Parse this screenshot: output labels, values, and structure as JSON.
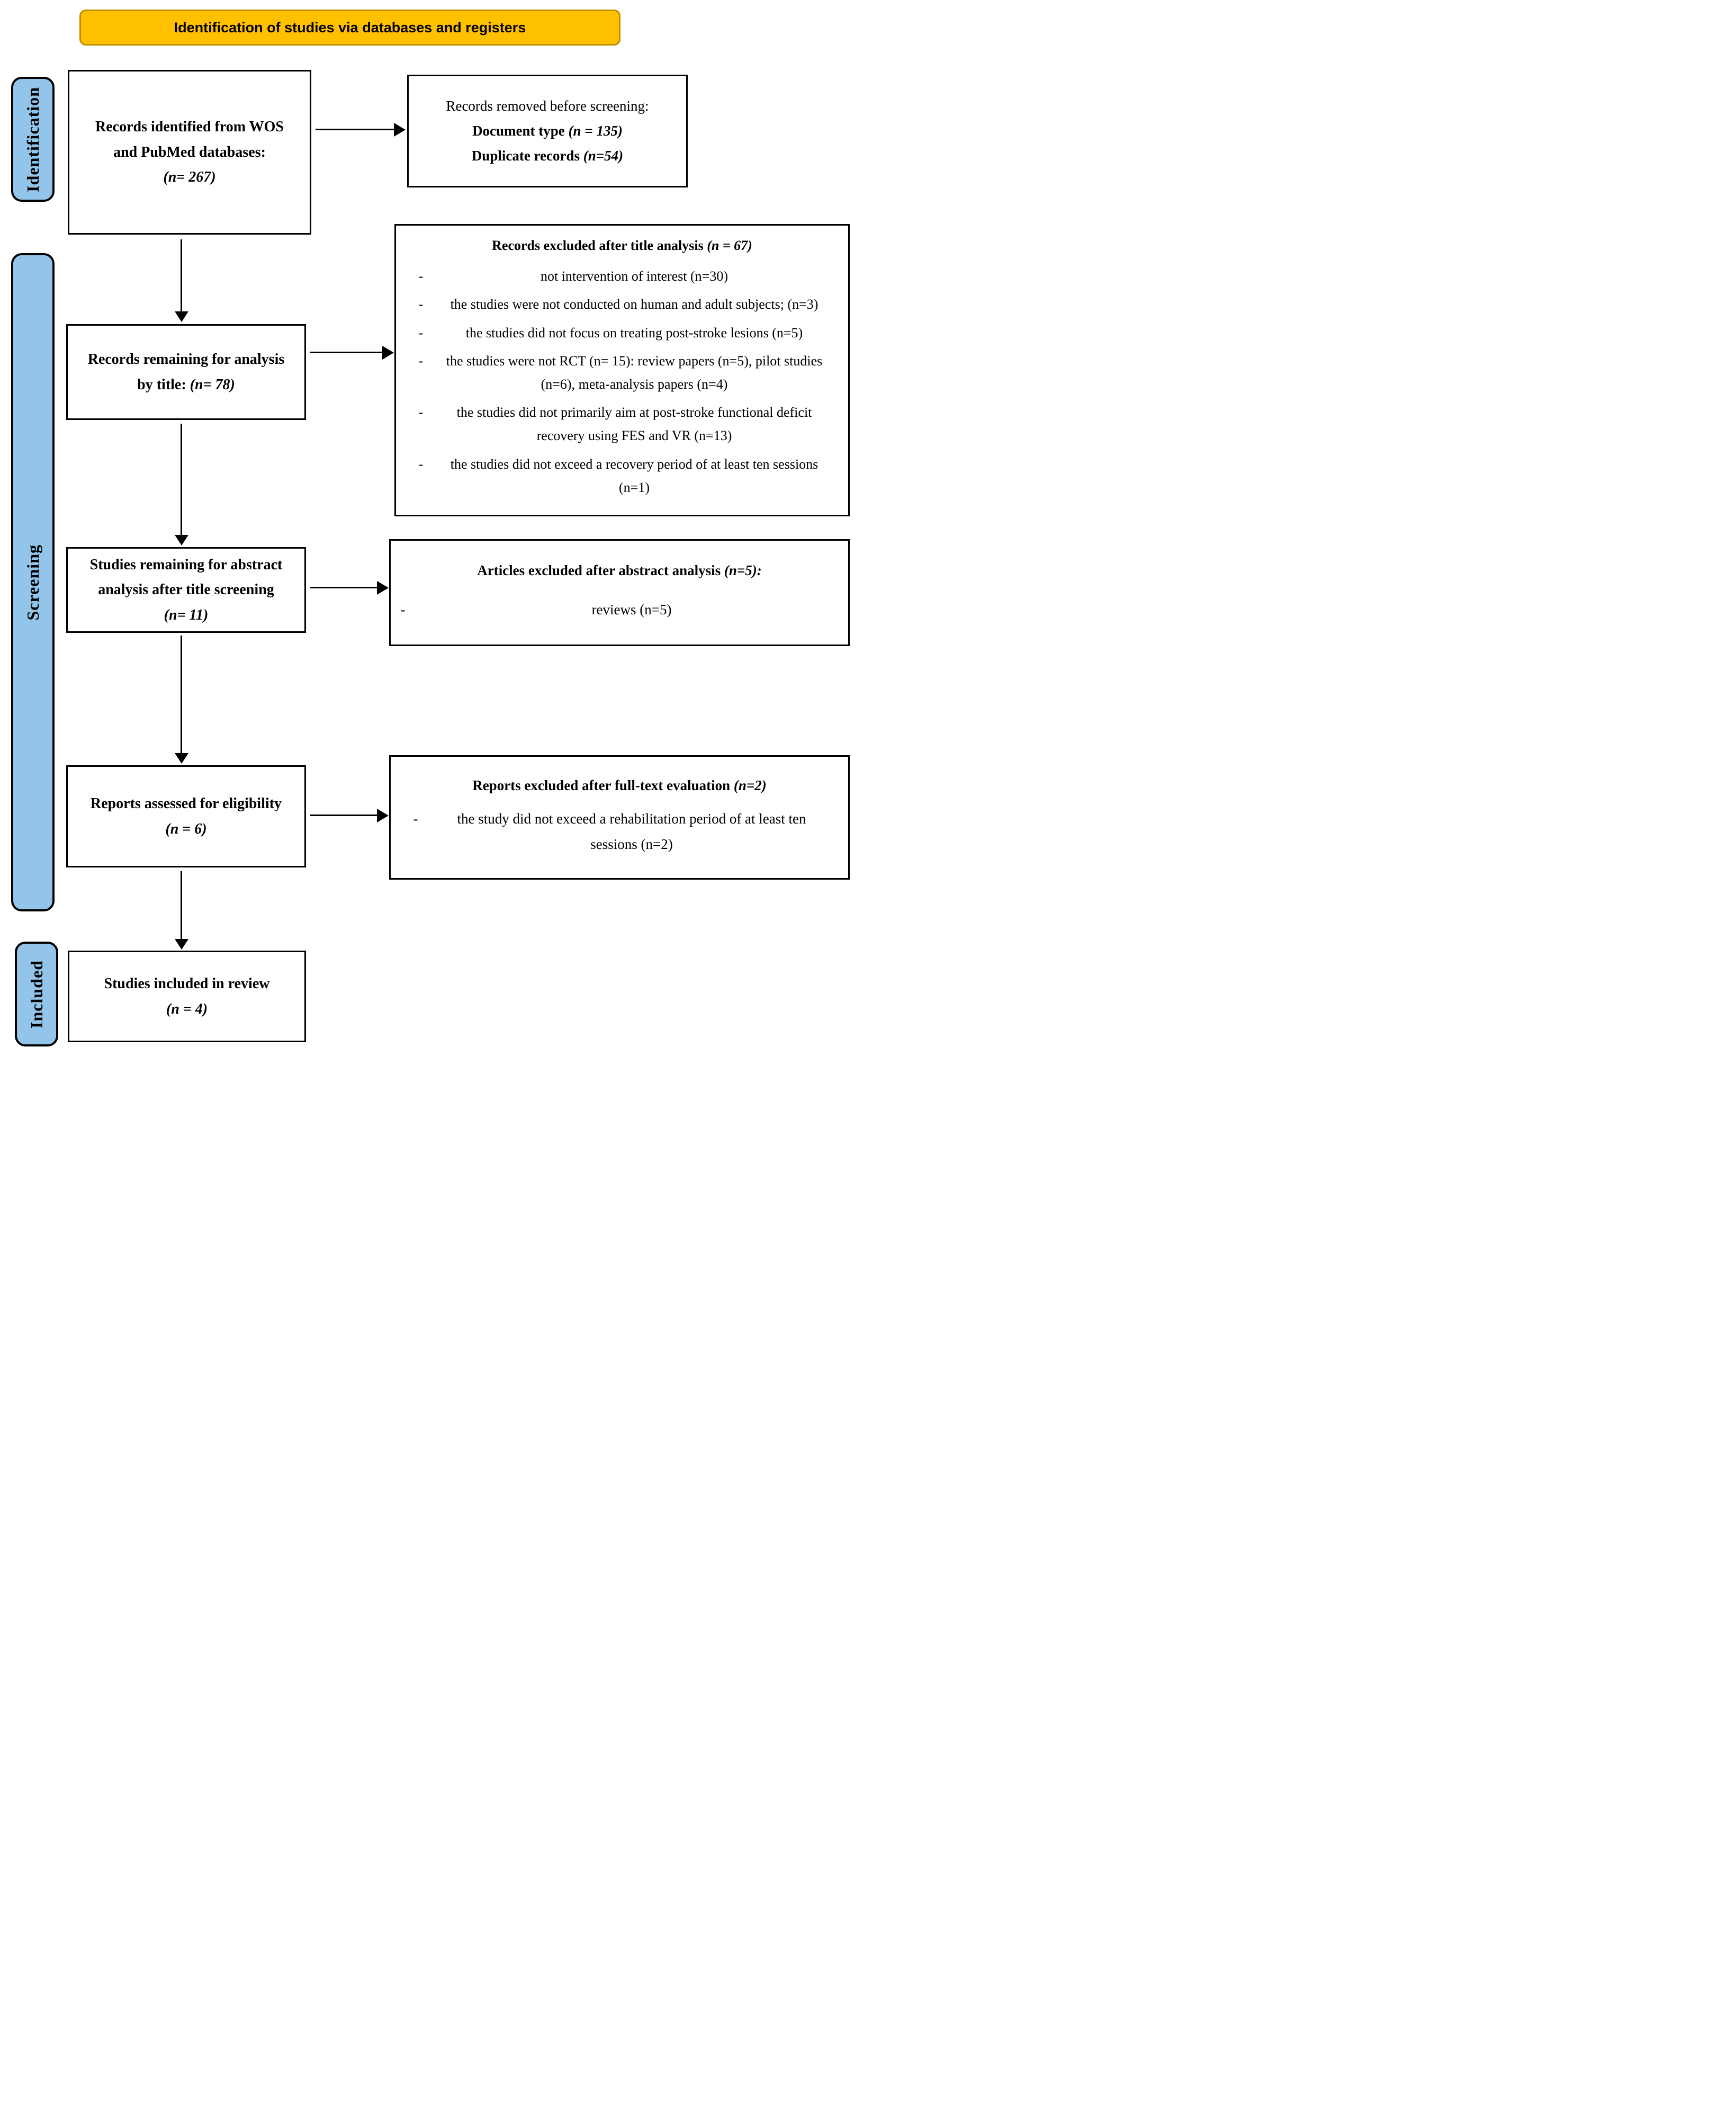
{
  "title_banner": "Identification of studies via databases and registers",
  "colors": {
    "banner_bg": "#FFC000",
    "banner_border": "#BE9000",
    "stage_bg": "#92C5E9",
    "box_border": "#000000",
    "box_bg": "#FFFFFF"
  },
  "stages": {
    "identification": "Identification",
    "screening": "Screening",
    "included": "Included"
  },
  "flow": {
    "identified": {
      "text": "Records identified from WOS and PubMed databases:",
      "count": "(n= 267)"
    },
    "title_remaining": {
      "text": "Records remaining for analysis by title:",
      "count": "(n= 78)"
    },
    "abstract_remaining": {
      "text": "Studies remaining for abstract analysis after title screening",
      "count": "(n= 11)"
    },
    "eligibility": {
      "text": "Reports assessed for eligibility",
      "count": "(n = 6)"
    },
    "included_box": {
      "text": "Studies included in review",
      "count": "(n = 4)"
    }
  },
  "exclusions": {
    "before_screening": {
      "heading": "Records removed before screening:",
      "reasons": [
        {
          "label": "Document type",
          "count": "(n = 135)"
        },
        {
          "label": "Duplicate records",
          "count": "(n=54)"
        }
      ]
    },
    "title_analysis": {
      "heading": "Records excluded after title analysis",
      "heading_count": "(n = 67)",
      "bullet_marker": "-",
      "reasons": [
        "not intervention of interest (n=30)",
        "the studies were not conducted on human and adult subjects; (n=3)",
        "the studies did not focus on treating post-stroke lesions (n=5)",
        "the studies were not RCT (n= 15): review papers (n=5), pilot studies (n=6), meta-analysis papers (n=4)",
        "the studies did not primarily aim at post-stroke functional deficit recovery using FES and VR (n=13)",
        "the studies did not exceed a recovery period of at least ten sessions (n=1)"
      ]
    },
    "abstract_analysis": {
      "heading": "Articles excluded after abstract analysis",
      "heading_count": "(n=5):",
      "bullet_marker": "-",
      "reasons": [
        "reviews (n=5)"
      ]
    },
    "fulltext": {
      "heading": "Reports excluded after full-text evaluation",
      "heading_count": "(n=2)",
      "bullet_marker": "-",
      "reasons": [
        "the study did not exceed a rehabilitation period of at least ten sessions (n=2)"
      ]
    }
  }
}
